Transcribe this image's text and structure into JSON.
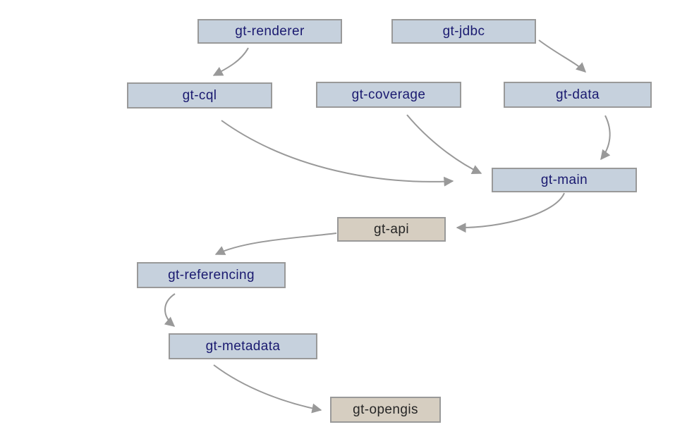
{
  "diagram": {
    "nodes": [
      {
        "id": "gt-renderer",
        "label": "gt-renderer",
        "kind": "module"
      },
      {
        "id": "gt-jdbc",
        "label": "gt-jdbc",
        "kind": "module"
      },
      {
        "id": "gt-cql",
        "label": "gt-cql",
        "kind": "module"
      },
      {
        "id": "gt-coverage",
        "label": "gt-coverage",
        "kind": "module"
      },
      {
        "id": "gt-data",
        "label": "gt-data",
        "kind": "module"
      },
      {
        "id": "gt-main",
        "label": "gt-main",
        "kind": "module"
      },
      {
        "id": "gt-api",
        "label": "gt-api",
        "kind": "interface"
      },
      {
        "id": "gt-referencing",
        "label": "gt-referencing",
        "kind": "module"
      },
      {
        "id": "gt-metadata",
        "label": "gt-metadata",
        "kind": "module"
      },
      {
        "id": "gt-opengis",
        "label": "gt-opengis",
        "kind": "interface"
      }
    ],
    "edges": [
      {
        "from": "gt-renderer",
        "to": "gt-cql"
      },
      {
        "from": "gt-jdbc",
        "to": "gt-data"
      },
      {
        "from": "gt-cql",
        "to": "gt-main"
      },
      {
        "from": "gt-coverage",
        "to": "gt-main"
      },
      {
        "from": "gt-data",
        "to": "gt-main"
      },
      {
        "from": "gt-main",
        "to": "gt-api"
      },
      {
        "from": "gt-api",
        "to": "gt-referencing"
      },
      {
        "from": "gt-referencing",
        "to": "gt-metadata"
      },
      {
        "from": "gt-metadata",
        "to": "gt-opengis"
      }
    ],
    "colors": {
      "module_fill": "#c6d1dd",
      "interface_fill": "#d6cec1",
      "node_border": "#999999",
      "module_text": "#1a1a70",
      "interface_text": "#262626",
      "arrow": "#999999",
      "background": "#ffffff"
    }
  }
}
